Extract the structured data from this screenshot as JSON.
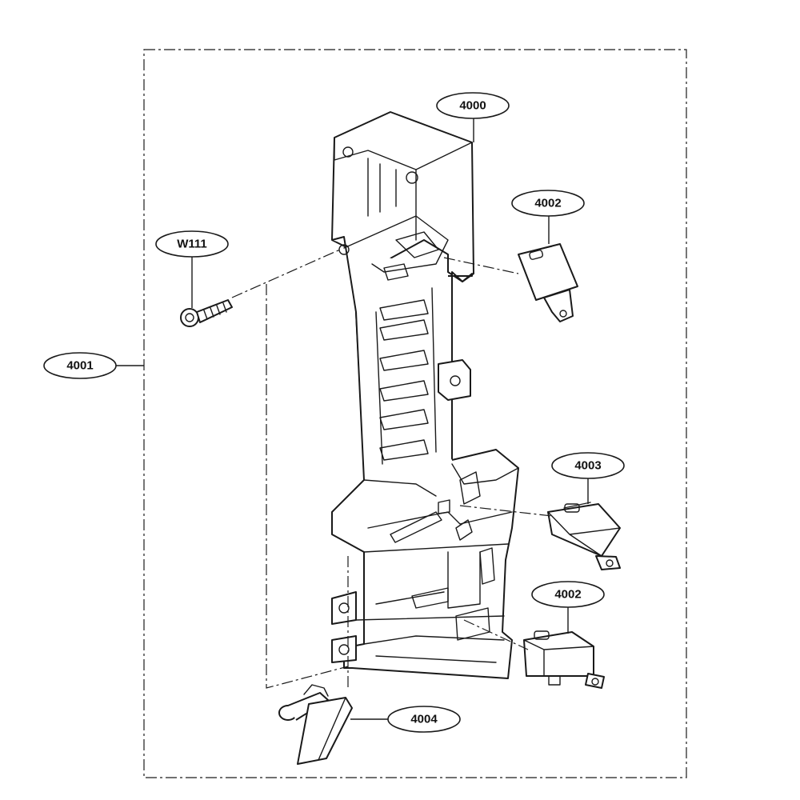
{
  "callouts": {
    "main_bracket": "4000",
    "assembly": "4001",
    "switch_top": "4002",
    "switch_middle": "4003",
    "switch_bottom": "4002",
    "lever": "4004",
    "screw": "W111"
  }
}
